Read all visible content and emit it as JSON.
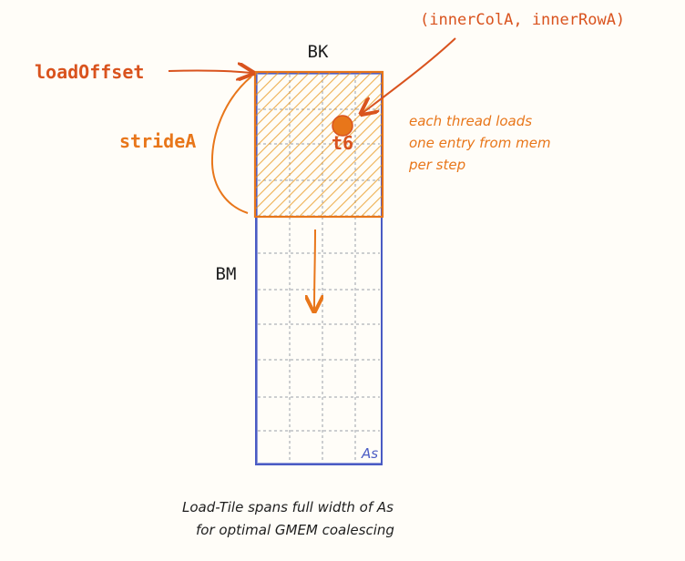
{
  "labels": {
    "bk": "BK",
    "bm": "BM",
    "load_offset": "loadOffset",
    "stride_a": "strideA",
    "thread": "t6",
    "inner_coords": "(innerColA, innerRowA)",
    "as_label": "As",
    "note_line1": "each thread loads",
    "note_line2": "one entry from mem",
    "note_line3": "per step",
    "caption_line1": "Load-Tile spans full width of As",
    "caption_line2": "for optimal GMEM coalescing"
  },
  "colors": {
    "orange": "#e8761a",
    "orange_dark": "#d9531e",
    "blue": "#4a5bc4",
    "grid": "#9aa0a8",
    "text": "#1e1e1e",
    "background": "#fffdf8"
  },
  "icons": {
    "thread_marker": "filled-circle"
  }
}
